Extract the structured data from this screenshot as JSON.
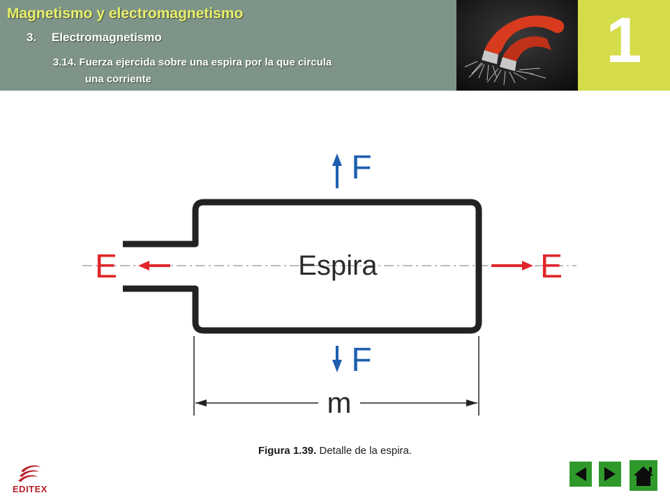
{
  "header": {
    "title": "Magnetismo y electromagnetismo",
    "section_number": "3.",
    "section_title": "Electromagnetismo",
    "subsection_line1": "3.14. Fuerza ejercida sobre una espira por la que circula",
    "subsection_line2": "una corriente",
    "chapter_number": "1",
    "colors": {
      "band": "#7f9488",
      "title": "#e9f06a",
      "chapter_box": "#d4dc4a"
    }
  },
  "diagram": {
    "force_top_label": "F",
    "force_bottom_label": "F",
    "loop_label": "Espira",
    "left_label": "E",
    "right_label": "E",
    "dimension_label": "m",
    "colors": {
      "force_arrow": "#1f5fb0",
      "e_arrow": "#e0262b",
      "loop": "#222222"
    }
  },
  "caption": {
    "figure": "Figura 1.39.",
    "text": " Detalle de la espira."
  },
  "footer": {
    "logo": "EDITEX",
    "nav": {
      "prev_icon": "left-triangle",
      "next_icon": "right-triangle",
      "home_icon": "house"
    },
    "colors": {
      "nav": "#2f9a2b",
      "logo": "#b8202a"
    }
  }
}
